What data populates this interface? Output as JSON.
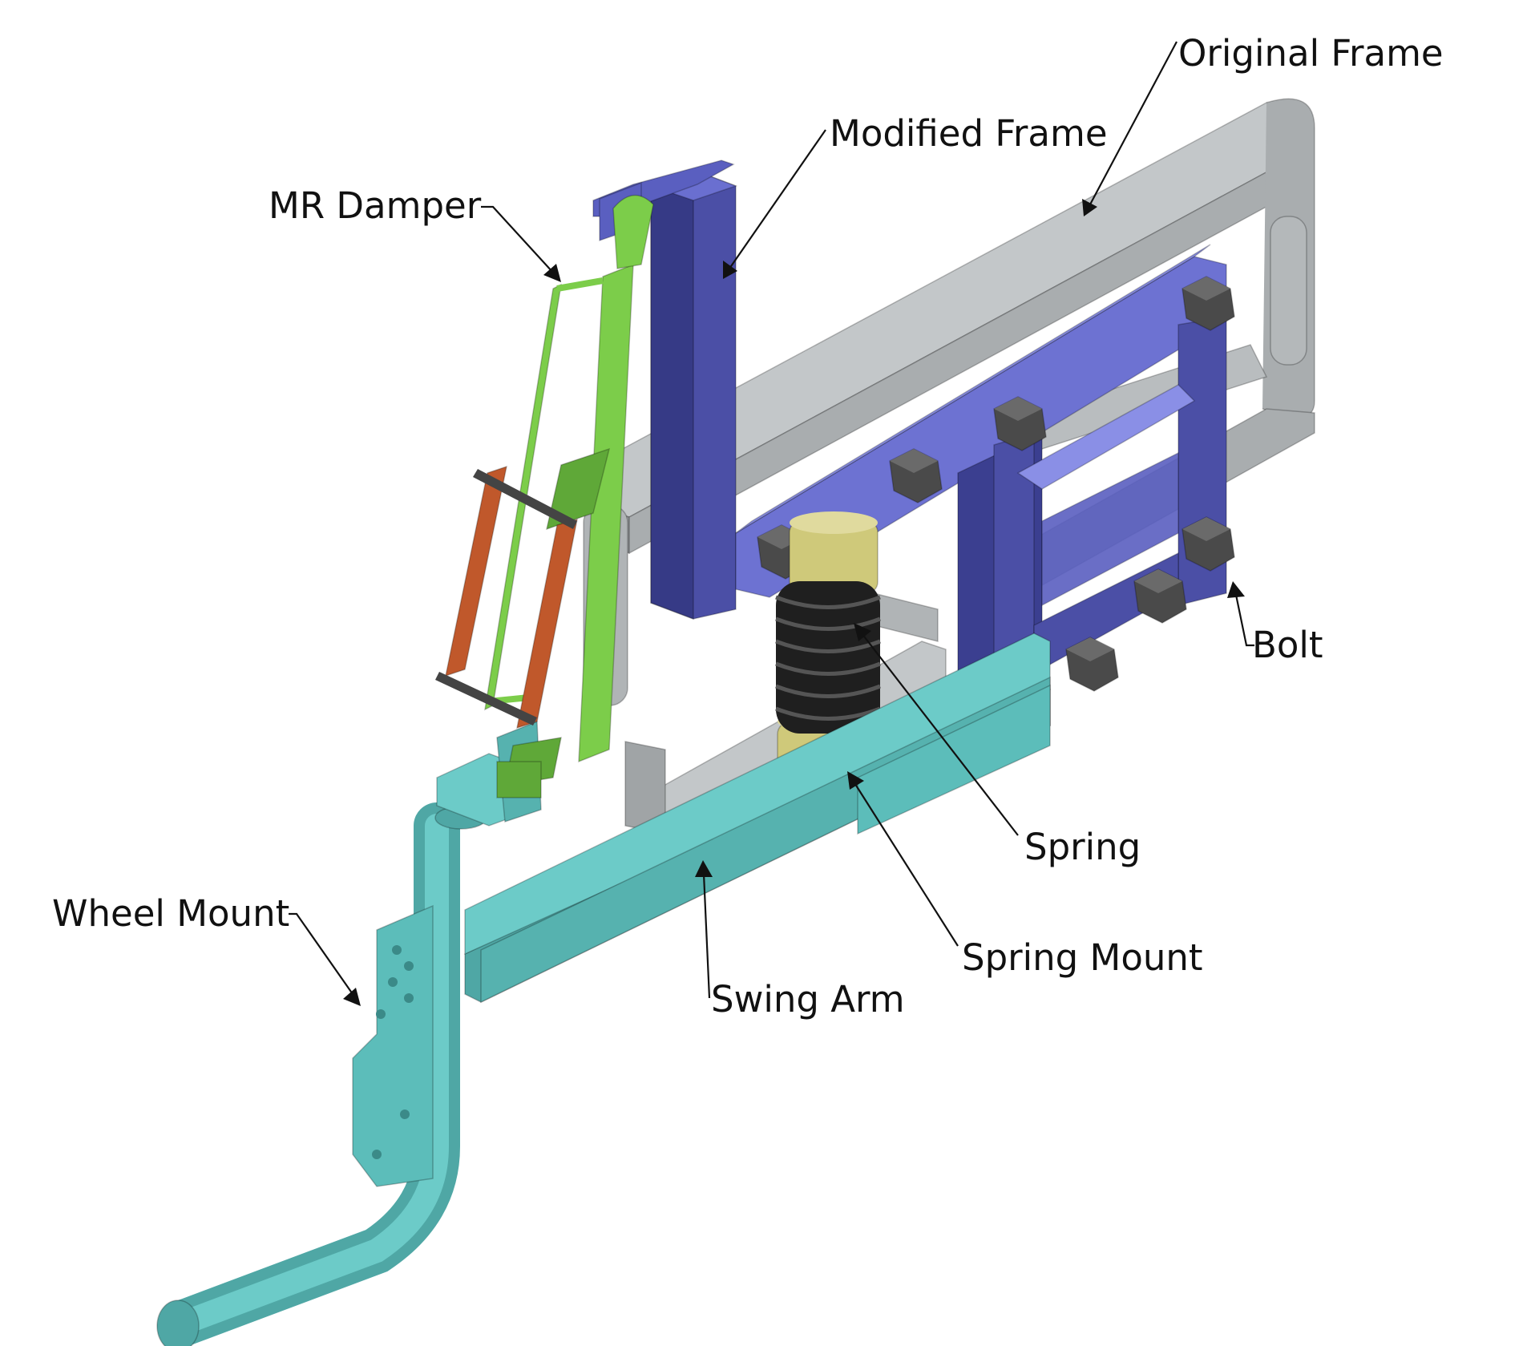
{
  "labels": {
    "original_frame": "Original Frame",
    "modified_frame": "Modified Frame",
    "mr_damper": "MR Damper",
    "bolt": "Bolt",
    "spring": "Spring",
    "spring_mount": "Spring Mount",
    "swing_arm": "Swing Arm",
    "wheel_mount": "Wheel Mount"
  },
  "colors": {
    "original_frame": "#b9bdbf",
    "modified_frame": "#5a5fc0",
    "mr_damper": "#7ccd4a",
    "damper_pad": "#c0582b",
    "spring": "#1f1f1f",
    "spring_mount": "#cfc97a",
    "swing_arm": "#62c6c3",
    "bolt": "#4a4a4a"
  }
}
